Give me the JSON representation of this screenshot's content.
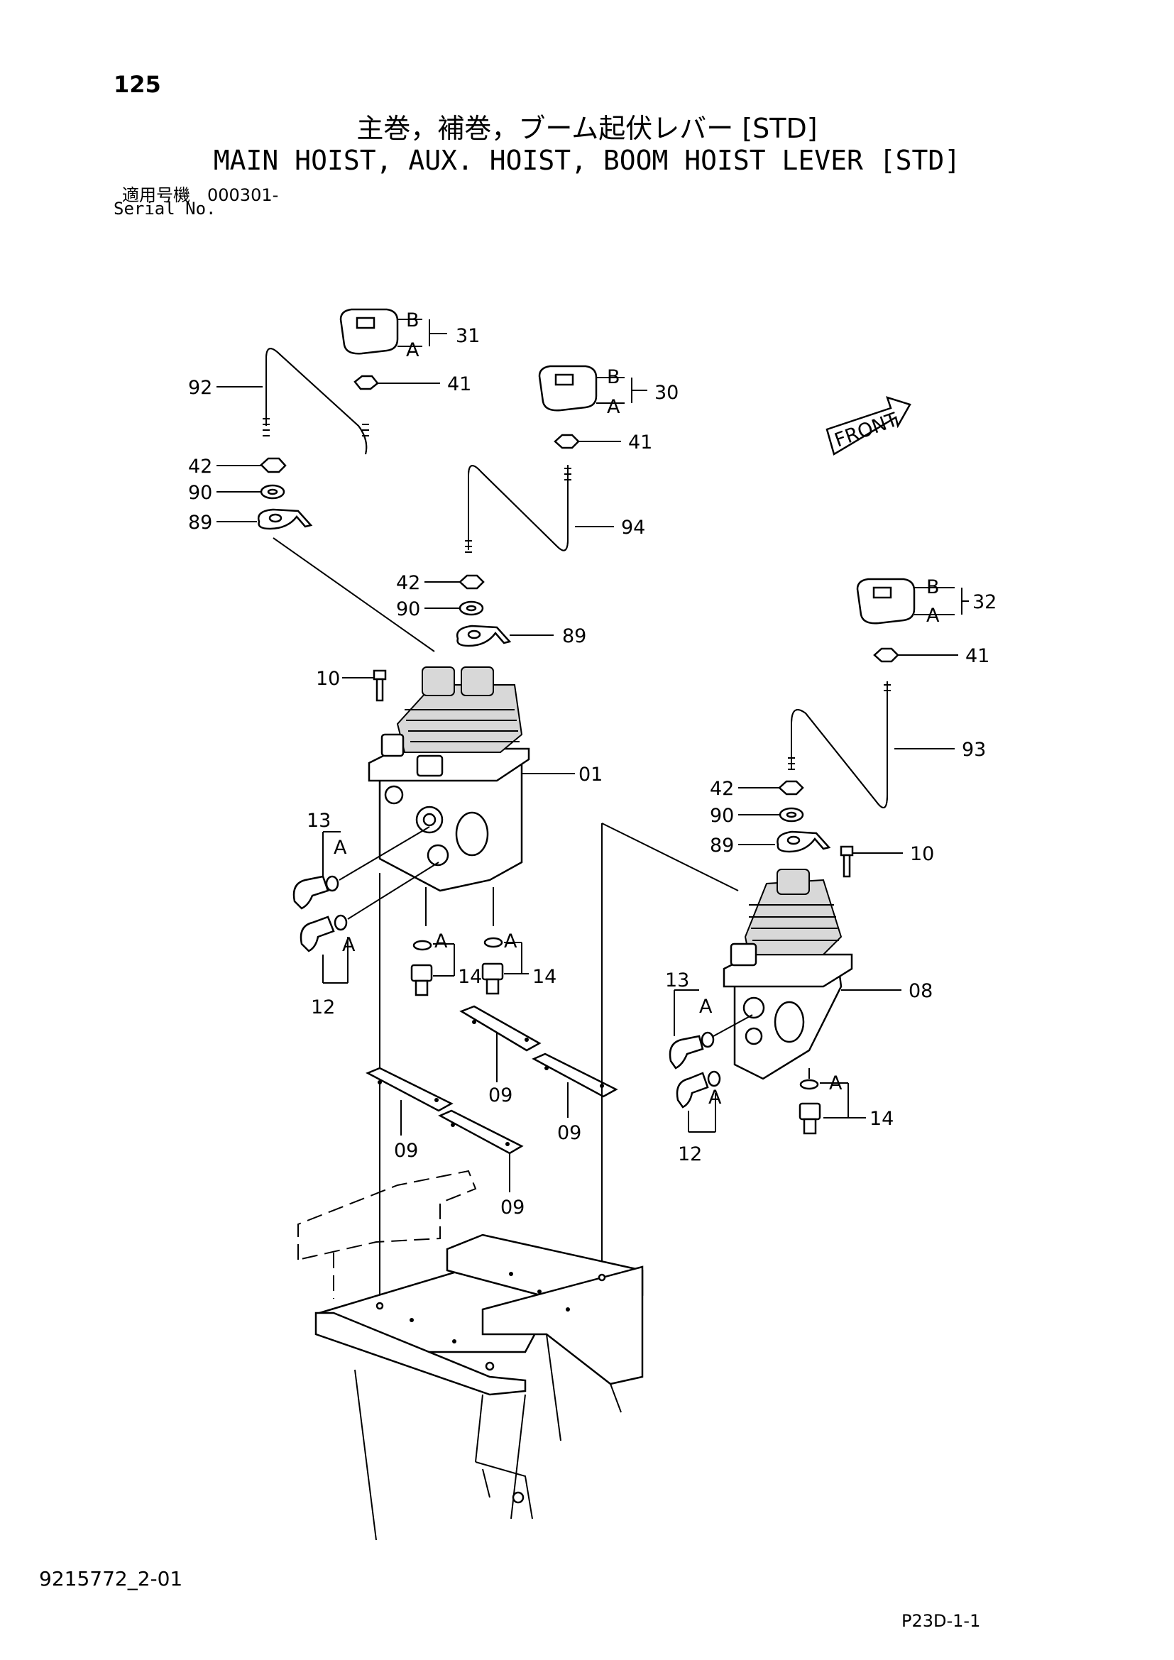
{
  "header": {
    "page_number": "125",
    "title_jp": "主巻，補巻，ブーム起伏レバー [STD]",
    "title_en": "MAIN HOIST, AUX. HOIST, BOOM HOIST LEVER [STD]",
    "serial_label_jp": "適用号機　000301-",
    "serial_label_en": "Serial No."
  },
  "footer": {
    "doc_code": "9215772_2-01",
    "page_code": "P23D-1-1"
  },
  "diagram": {
    "front_label": "FRONT",
    "callouts": {
      "c31": "31",
      "c30": "30",
      "c32": "32",
      "b1": "B",
      "a1": "A",
      "b2": "B",
      "a2": "A",
      "b3": "B",
      "a3": "A",
      "c92": "92",
      "c41a": "41",
      "c41b": "41",
      "c41c": "41",
      "c42a": "42",
      "c90a": "90",
      "c89a": "89",
      "c94": "94",
      "c42b": "42",
      "c90b": "90",
      "c89b": "89",
      "c10a": "10",
      "c01": "01",
      "c13a": "13",
      "ca4": "A",
      "ca5": "A",
      "c12a": "12",
      "ca6": "A",
      "ca7": "A",
      "c14a": "14",
      "c14b": "14",
      "c93": "93",
      "c42c": "42",
      "c90c": "90",
      "c89c": "89",
      "c10b": "10",
      "c08": "08",
      "c13b": "13",
      "ca8": "A",
      "ca9": "A",
      "c12b": "12",
      "ca10": "A",
      "c14c": "14",
      "c09a": "09",
      "c09b": "09",
      "c09c": "09",
      "c09d": "09"
    }
  }
}
